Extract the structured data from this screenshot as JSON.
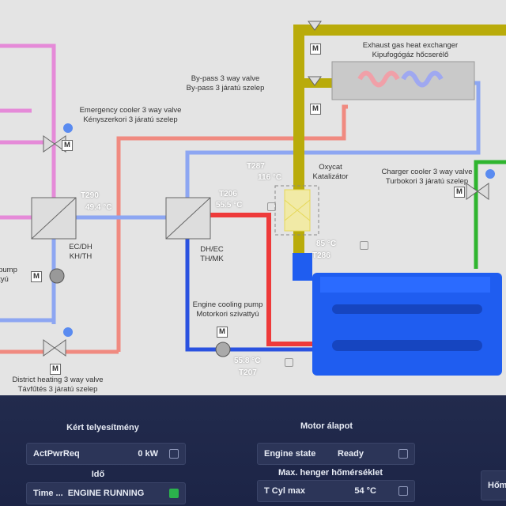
{
  "diagram": {
    "exhaust_hx": [
      "Exhaust gas heat exchanger",
      "Kipufogógáz hőcserélő"
    ],
    "bypass_valve": [
      "By-pass 3 way valve",
      "By-pass 3 járatú szelep"
    ],
    "emergency_valve": [
      "Emergency cooler 3 way valve",
      "Kényszerkori 3 járatú szelep"
    ],
    "oxycat": [
      "Oxycat",
      "Katalizátor"
    ],
    "charger_valve": [
      "Charger cooler 3 way valve",
      "Turbokori 3 járatú szelep"
    ],
    "hx1": [
      "EC/DH",
      "KH/TH"
    ],
    "hx2": [
      "DH/EC",
      "TH/MK"
    ],
    "pump_left": [
      "pump",
      "tyú"
    ],
    "engine_pump": [
      "Engine cooling pump",
      "Motorkori szivattyú"
    ],
    "district_valve": [
      "District heating 3 way valve",
      "Távfűtés 3 járatú szelep"
    ],
    "motor_symbol": "M",
    "sensors": {
      "t290": {
        "tag": "T290",
        "value": "49.4 °C"
      },
      "t287": {
        "tag": "T287",
        "value": "116 °C"
      },
      "t206": {
        "tag": "T206",
        "value": "55.5 °C"
      },
      "t286": {
        "tag": "T286",
        "value": "85 °C"
      },
      "t207": {
        "tag": "T207",
        "value": "55.8 °C"
      }
    }
  },
  "panel": {
    "requested_power": {
      "heading": "Kért telyesítmény",
      "label": "ActPwrReq",
      "value": "0 kW"
    },
    "time": {
      "heading": "Idő",
      "label": "Time ...",
      "value": "ENGINE RUNNING"
    },
    "motor_state": {
      "heading": "Motor álapot",
      "label": "Engine state",
      "value": "Ready"
    },
    "max_cyl_temp": {
      "heading": "Max. henger hőmérséklet",
      "label": "T Cyl max",
      "value": "54 °C"
    },
    "right_partial": {
      "label": "Hőm"
    }
  },
  "colors": {
    "pink": "#e58ad8",
    "red": "#ee3a3a",
    "salmon": "#f08a80",
    "lightblue": "#7f9cf0",
    "blue": "#2a52e0",
    "yellow": "#b9ab0a",
    "green": "#2fb52f",
    "engine": "#1f5df0"
  }
}
